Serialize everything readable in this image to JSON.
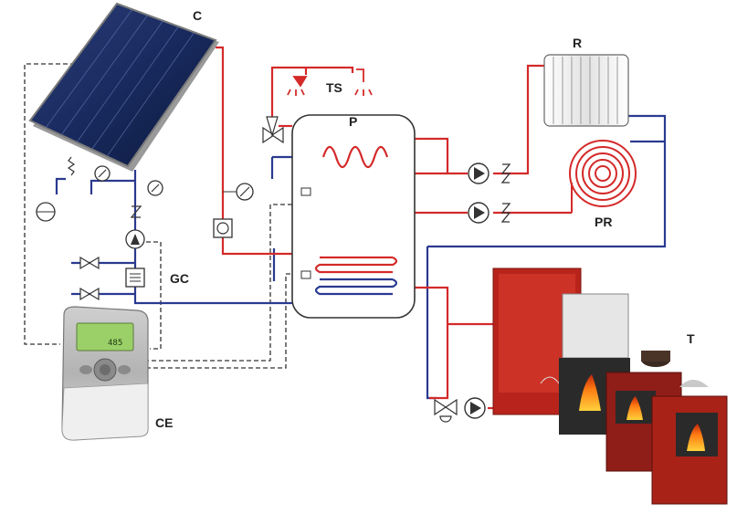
{
  "labels": {
    "collector": "C",
    "tap_shower": "TS",
    "puffer": "P",
    "radiator": "R",
    "floor_heating": "PR",
    "pump_group": "GC",
    "controller": "CE",
    "stoves": "T"
  },
  "controller_display": "485",
  "colors": {
    "hot": "#d42a2a",
    "cold": "#2a3a90",
    "signal": "#333333",
    "panel": "#1a2a5a",
    "stove_red": "#b8241c"
  }
}
